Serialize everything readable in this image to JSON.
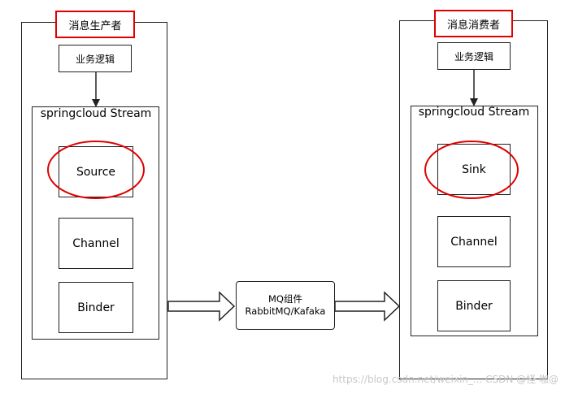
{
  "producer": {
    "title": "消息生产者",
    "business": "业务逻辑",
    "stream": "springcloud Stream",
    "source": "Source",
    "channel": "Channel",
    "binder": "Binder"
  },
  "middleware": {
    "line1": "MQ组件",
    "line2": "RabbitMQ/Kafaka"
  },
  "consumer": {
    "title": "消息消费者",
    "business": "业务逻辑",
    "stream": "springcloud Stream",
    "sink": "Sink",
    "channel": "Channel",
    "binder": "Binder"
  },
  "watermark": "https://blog.csdn.net/weixin_... CSDN @怪 咖@",
  "colors": {
    "highlight": "#e00000",
    "stroke": "#222222"
  }
}
